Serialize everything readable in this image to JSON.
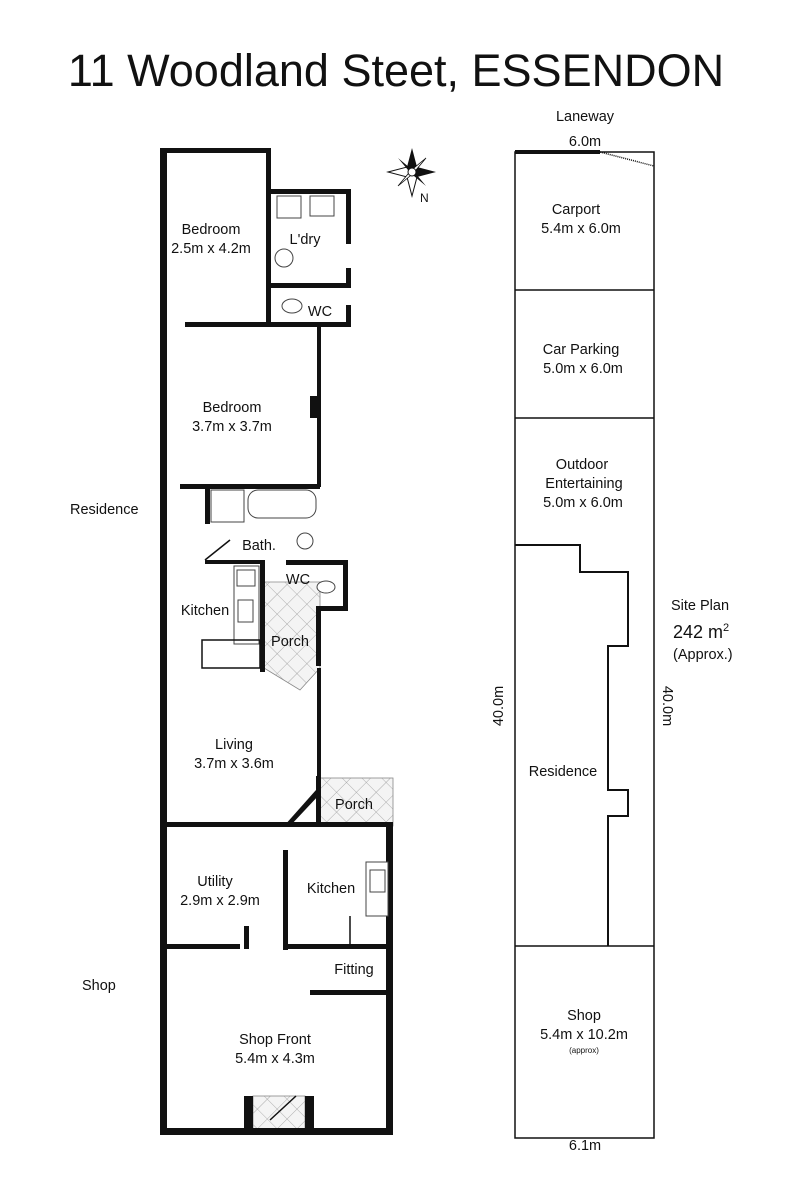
{
  "title": "11 Woodland Steet, ESSENDON",
  "floor_plan": {
    "zones": {
      "residence": "Residence",
      "shop": "Shop"
    },
    "rooms": {
      "bedroom1": {
        "name": "Bedroom",
        "size": "2.5m x 4.2m"
      },
      "laundry": {
        "name": "L'dry"
      },
      "wc1": {
        "name": "WC"
      },
      "bedroom2": {
        "name": "Bedroom",
        "size": "3.7m x 3.7m"
      },
      "bath": {
        "name": "Bath."
      },
      "wc2": {
        "name": "WC"
      },
      "kitchen1": {
        "name": "Kitchen"
      },
      "porch1": {
        "name": "Porch"
      },
      "living": {
        "name": "Living",
        "size": "3.7m x 3.6m"
      },
      "porch2": {
        "name": "Porch"
      },
      "utility": {
        "name": "Utility",
        "size": "2.9m x 2.9m"
      },
      "kitchen2": {
        "name": "Kitchen"
      },
      "fitting": {
        "name": "Fitting"
      },
      "shop_front": {
        "name": "Shop Front",
        "size": "5.4m x 4.3m"
      }
    },
    "compass_label": "N"
  },
  "site_plan": {
    "laneway": "Laneway",
    "top_width": "6.0m",
    "bottom_width": "6.1m",
    "left_length": "40.0m",
    "right_length": "40.0m",
    "label": "Site Plan",
    "area": "242 m",
    "area_sup": "2",
    "area_note": "(Approx.)",
    "areas": {
      "carport": {
        "name": "Carport",
        "size": "5.4m x 6.0m"
      },
      "car_parking": {
        "name": "Car Parking",
        "size": "5.0m x 6.0m"
      },
      "outdoor": {
        "name": "Outdoor",
        "name2": "Entertaining",
        "size": "5.0m x 6.0m"
      },
      "residence": {
        "name": "Residence"
      },
      "shop": {
        "name": "Shop",
        "size": "5.4m x 10.2m",
        "note": "(approx)"
      }
    }
  }
}
